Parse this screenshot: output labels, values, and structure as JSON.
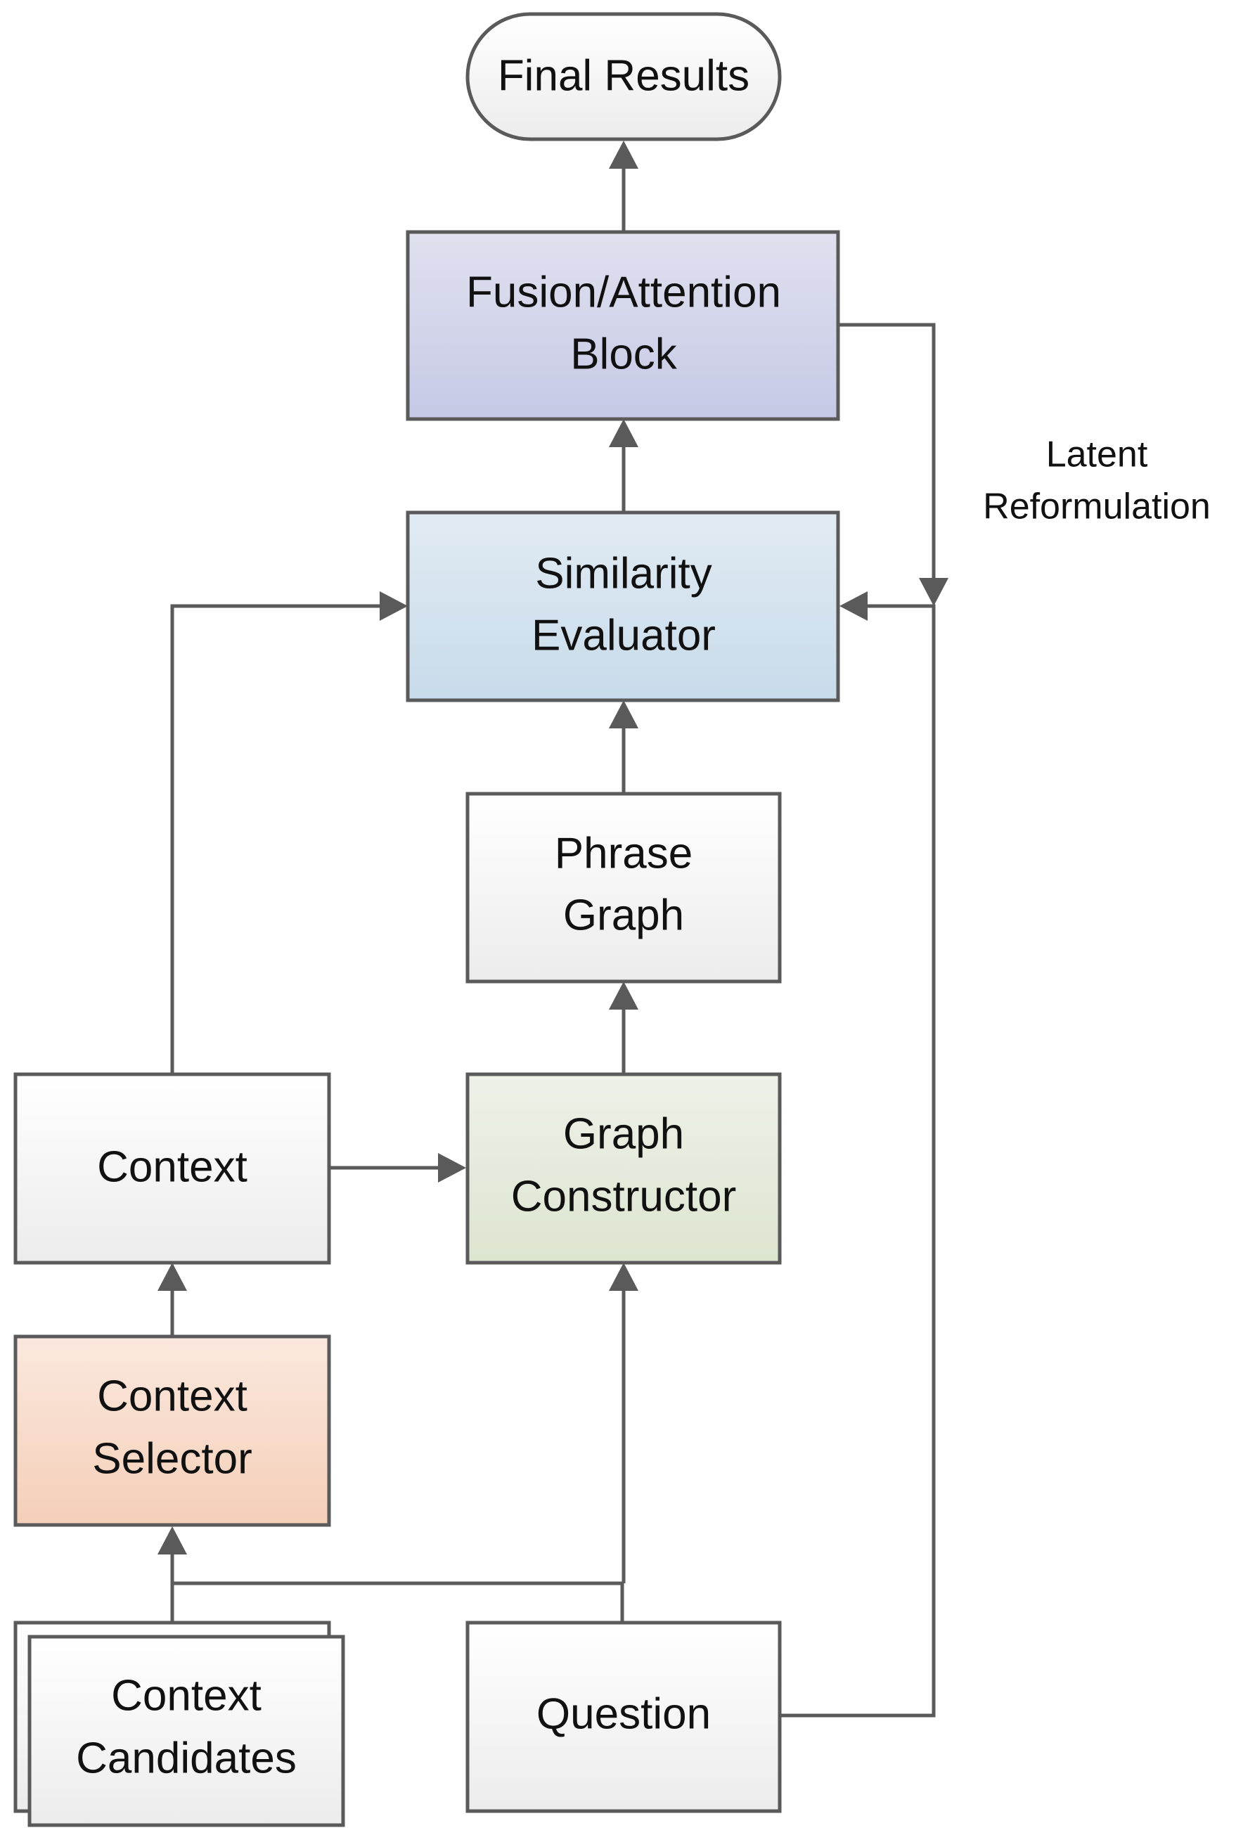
{
  "nodes": {
    "final_results": "Final Results",
    "fusion_line1": "Fusion/Attention",
    "fusion_line2": "Block",
    "similarity_line1": "Similarity",
    "similarity_line2": "Evaluator",
    "phrase_line1": "Phrase",
    "phrase_line2": "Graph",
    "context": "Context",
    "graph_constructor_line1": "Graph",
    "graph_constructor_line2": "Constructor",
    "context_selector_line1": "Context",
    "context_selector_line2": "Selector",
    "context_candidates_line1": "Context",
    "context_candidates_line2": "Candidates",
    "question": "Question"
  },
  "annotations": {
    "latent_line1": "Latent",
    "latent_line2": "Reformulation"
  },
  "colors": {
    "fusion_fill": "#c9cbe6",
    "similarity_fill": "#cadbe8",
    "graph_constructor_fill": "#dfe6d3",
    "context_selector_fill": "#f5d2bd",
    "plain_fill": "#f0f0f0",
    "line": "#5a5a5a"
  }
}
